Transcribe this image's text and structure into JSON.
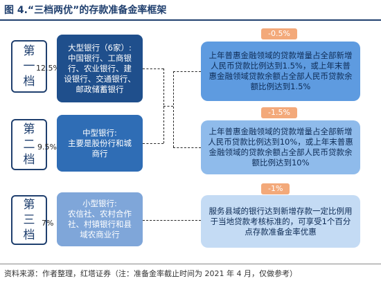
{
  "header": {
    "title": "图 4.“三档两优”的存款准备金率框架"
  },
  "tiers": [
    {
      "label_lines": [
        "第",
        "一",
        "档"
      ],
      "rate": "12.5%",
      "bank_lines": [
        "大型银行（6家）:",
        "中国银行、工商银",
        "行、农业银行、建",
        "设银行、交通银行、",
        "邮政储蓄银行"
      ],
      "reduction": "-0.5%",
      "condition": "上年普惠金融领域的贷款增量占全部新增人民币贷款比例达到1.5%，或上年末普惠金融领域贷款余额占全部人民币贷款余额比例达到1.5%"
    },
    {
      "label_lines": [
        "第",
        "二",
        "档"
      ],
      "rate": "9.5%",
      "bank_lines": [
        "中型银行:",
        "主要是股份行和城",
        "商行"
      ],
      "reduction": "-1.5%",
      "condition": "上年普惠金融领域的贷款增量占全部新增人民币贷款比例达到10%，或上年末普惠金融领域的贷款余额占全部人民币贷款余额比例达到10%"
    },
    {
      "label_lines": [
        "第",
        "三",
        "档"
      ],
      "rate": "7%",
      "bank_lines": [
        "小型银行:",
        "农信社、农村合作",
        "社、村镇银行和县",
        "域农商业行"
      ],
      "reduction": "-1%",
      "condition": "服务县域的银行达到新增存款一定比例用于当地贷款考核标准的，可享受1个百分点存款准备金率优惠"
    }
  ],
  "footer": {
    "source": "资料来源：作者整理，红塔证券（注：准备金率截止时间为 2021 年 4 月，仅做参考）"
  },
  "colors": {
    "dark_blue": "#1f4f8c",
    "mid_blue": "#2f6db5",
    "light_blue": "#7fa6d9",
    "badge_orange": "#f3a97a"
  }
}
